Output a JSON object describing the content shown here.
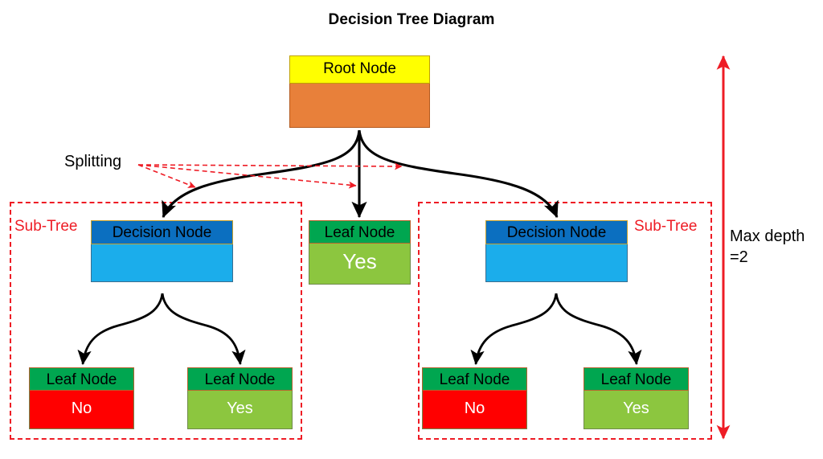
{
  "diagram": {
    "title": "Decision Tree Diagram",
    "colors": {
      "root_header": "#ffff00",
      "root_body": "#e8803a",
      "decision_header": "#0b6fc0",
      "decision_body": "#1badeb",
      "leaf_header": "#00a650",
      "leaf_yes": "#8cc63f",
      "leaf_no": "#ff0000",
      "annotation_red": "#ee1c25",
      "connector_black": "#000000"
    },
    "nodes": {
      "root": {
        "header": "Root Node",
        "body": ""
      },
      "decision_left": {
        "header": "Decision Node",
        "body": ""
      },
      "decision_right": {
        "header": "Decision Node",
        "body": ""
      },
      "leaf_center": {
        "header": "Leaf Node",
        "body": "Yes"
      },
      "leaf_left_left": {
        "header": "Leaf Node",
        "body": "No"
      },
      "leaf_left_right": {
        "header": "Leaf Node",
        "body": "Yes"
      },
      "leaf_right_left": {
        "header": "Leaf Node",
        "body": "No"
      },
      "leaf_right_right": {
        "header": "Leaf Node",
        "body": "Yes"
      }
    },
    "annotations": {
      "splitting": "Splitting",
      "subtree_left": "Sub-Tree",
      "subtree_right": "Sub-Tree",
      "max_depth_line1": "Max depth",
      "max_depth_line2": "=2"
    }
  }
}
